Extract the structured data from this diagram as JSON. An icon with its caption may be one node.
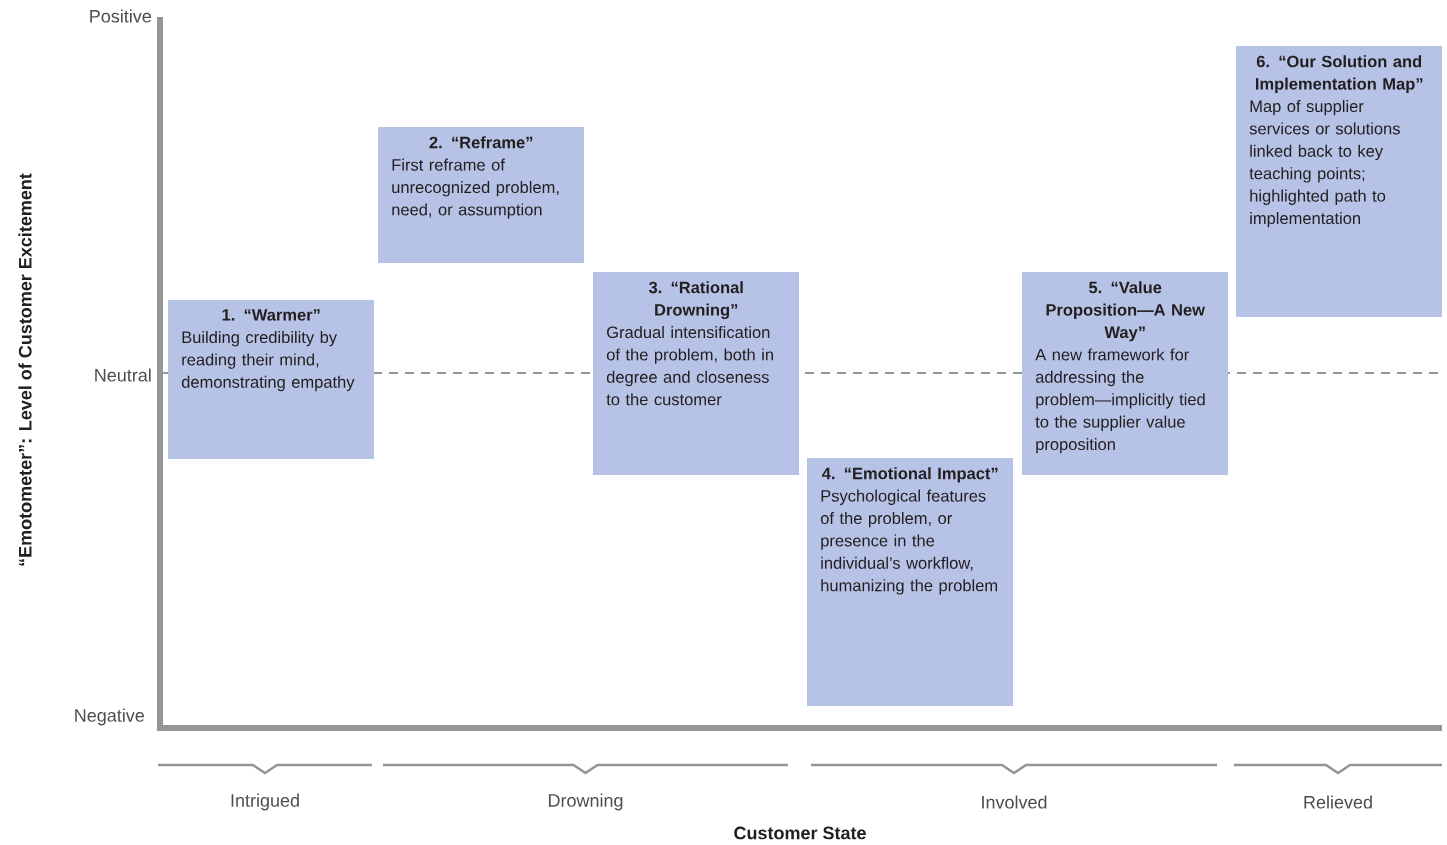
{
  "diagram": {
    "nodes": [
      {
        "text": [
          "1. “Warmer”",
          "Building credibility by reading their mind, demonstrating empathy"
        ]
      },
      {
        "text": [
          "2. “Reframe”",
          "First reframe of unrecognized problem, need, or assumption"
        ]
      },
      {
        "text": [
          "3. “Rational Drowning”",
          "Gradual intensification of the problem, both in degree and closeness to the customer"
        ]
      },
      {
        "text": [
          "4. “Emotional Impact”",
          "Psychological features of the problem, or presence in the individual’s workflow, humanizing the problem"
        ]
      },
      {
        "text": [
          "5. “Value Proposition—A New Way”",
          "A new framework for addressing the problem—implicitly tied to the supplier value proposition"
        ]
      },
      {
        "text": [
          "6. “Our Solution and Implementation Map”",
          "Map of supplier services or solutions linked back to key teaching points; highlighted path to implementation"
        ]
      }
    ],
    "labels": [
      "“Emotometer”: Level of Customer Excitement",
      "Positive",
      "Neutral",
      "Negative",
      "Intrigued",
      "Drowning",
      "Involved",
      "Relieved",
      "Customer State"
    ]
  }
}
